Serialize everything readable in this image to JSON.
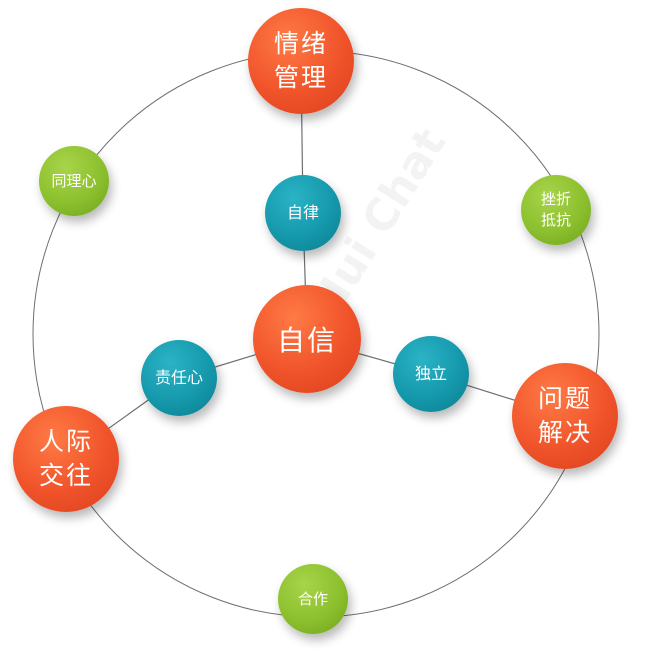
{
  "nodes": {
    "center": "自信",
    "top_line1": "情绪",
    "top_line2": "管理",
    "right_line1": "问题",
    "right_line2": "解决",
    "left_line1": "人际",
    "left_line2": "交往",
    "inner_top": "自律",
    "inner_left": "责任心",
    "inner_right": "独立",
    "outer_upper_left": "同理心",
    "outer_upper_right_line1": "挫折",
    "outer_upper_right_line2": "抵抗",
    "outer_bottom": "合作"
  },
  "watermark": "Hui Chat",
  "colors": {
    "orange": "#f0532a",
    "teal": "#1598ab",
    "green": "#8cc02e",
    "line": "#666666"
  }
}
